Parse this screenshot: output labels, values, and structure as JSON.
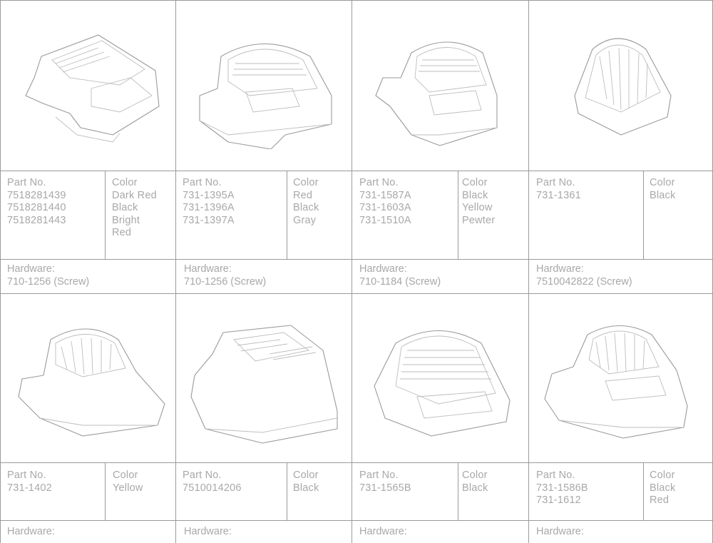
{
  "parts": [
    {
      "part_header": "Part No.",
      "color_header": "Color",
      "part_numbers": [
        "7518281439",
        "7518281440",
        "7518281443"
      ],
      "colors": [
        "Dark Red",
        "Black",
        "Bright",
        "Red"
      ],
      "hardware_label": "Hardware:",
      "hardware_value": "710-1256 (Screw)",
      "image_icon": "engine-shroud-illustration"
    },
    {
      "part_header": "Part No.",
      "color_header": "Color",
      "part_numbers": [
        "731-1395A",
        "731-1396A",
        "731-1397A"
      ],
      "colors": [
        "Red",
        "Black",
        "Gray"
      ],
      "hardware_label": "Hardware:",
      "hardware_value": "710-1256 (Screw)",
      "image_icon": "engine-shroud-illustration"
    },
    {
      "part_header": "Part No.",
      "color_header": "Color",
      "part_numbers": [
        "731-1587A",
        "731-1603A",
        "731-1510A"
      ],
      "colors": [
        "Black",
        "Yellow",
        "Pewter"
      ],
      "hardware_label": "Hardware:",
      "hardware_value": "710-1184 (Screw)",
      "image_icon": "engine-shroud-illustration"
    },
    {
      "part_header": "Part No.",
      "color_header": "Color",
      "part_numbers": [
        "731-1361"
      ],
      "colors": [
        "Black"
      ],
      "hardware_label": "Hardware:",
      "hardware_value": "7510042822 (Screw)",
      "image_icon": "engine-shroud-illustration"
    },
    {
      "part_header": "Part No.",
      "color_header": "Color",
      "part_numbers": [
        "731-1402"
      ],
      "colors": [
        "Yellow"
      ],
      "hardware_label": "Hardware:",
      "hardware_value": "",
      "image_icon": "engine-shroud-illustration"
    },
    {
      "part_header": "Part No.",
      "color_header": "Color",
      "part_numbers": [
        "7510014206"
      ],
      "colors": [
        "Black"
      ],
      "hardware_label": "Hardware:",
      "hardware_value": "",
      "image_icon": "engine-shroud-illustration"
    },
    {
      "part_header": "Part No.",
      "color_header": "Color",
      "part_numbers": [
        "731-1565B"
      ],
      "colors": [
        "Black"
      ],
      "hardware_label": "Hardware:",
      "hardware_value": "",
      "image_icon": "engine-shroud-illustration"
    },
    {
      "part_header": "Part No.",
      "color_header": "Color",
      "part_numbers": [
        "731-1586B",
        "731-1612"
      ],
      "colors": [
        "Black",
        "Red"
      ],
      "hardware_label": "Hardware:",
      "hardware_value": "",
      "image_icon": "engine-shroud-illustration"
    }
  ]
}
